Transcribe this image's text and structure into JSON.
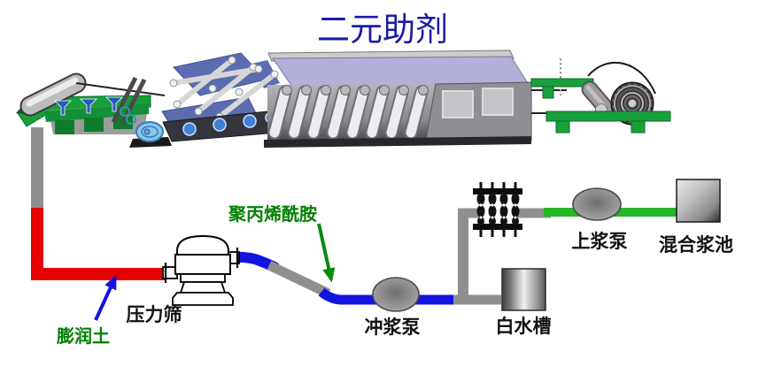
{
  "title": "二元助剂",
  "equipment_labels": {
    "pressure_screen": "压力筛",
    "fan_pump": "冲浆泵",
    "white_water_tank": "白水槽",
    "stock_pump": "上浆泵",
    "mixing_chest": "混合浆池"
  },
  "annotations": {
    "polyacrylamide": "聚丙烯酰胺",
    "bentonite": "膨润土"
  },
  "colors": {
    "title_text": "#1b1ba8",
    "annotation_text": "#008000",
    "equipment_label_text": "#111111",
    "pipe_gray": "#8f8f8f",
    "pipe_red": "#e60000",
    "pipe_blue": "#1414e0",
    "pipe_green": "#25b525",
    "machine_green": "#18a03c",
    "dryer_roof_purple": "#b2b0da",
    "press_felt_blue": "#5b6db0",
    "bentonite_arrow": "#1414dd",
    "polyacrylamide_arrow": "#0a8a0a"
  }
}
